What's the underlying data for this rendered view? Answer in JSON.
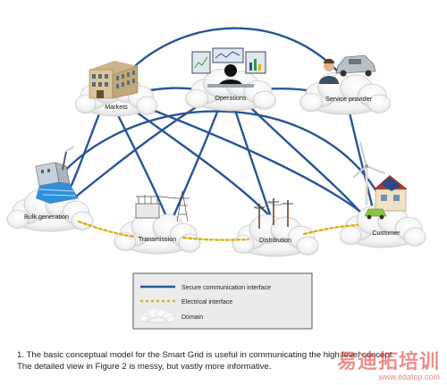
{
  "domains": {
    "markets": "Markets",
    "operations": "Operations",
    "service_provider": "Service provider",
    "bulk_generation": "Bulk generation",
    "transmission": "Transmission",
    "distribution": "Distribution",
    "customer": "Customer"
  },
  "legend": {
    "secure_communication": "Secure communication interface",
    "electrical": "Electrical interface",
    "domain": "Domain"
  },
  "caption": {
    "line1": "1. The basic conceptual model for the Smart Grid is useful in communicating the high level concept.",
    "line2": "The detailed view in Figure 2 is messy, but vastly more informative."
  },
  "watermark": {
    "chinese": "易迪拓培训",
    "url": "www.edatop.com"
  },
  "colors": {
    "communication_line": "#2a5597",
    "electrical_line": "#d8b21a",
    "watermark": "#e0322c"
  },
  "icons": {
    "markets": "building-icon",
    "operations": "operator-monitors-icon",
    "service_provider": "person-car-icon",
    "bulk_generation": "power-plant-icon",
    "transmission": "transmission-tower-icon",
    "distribution": "distribution-poles-icon",
    "customer": "house-wind-turbine-icon"
  }
}
